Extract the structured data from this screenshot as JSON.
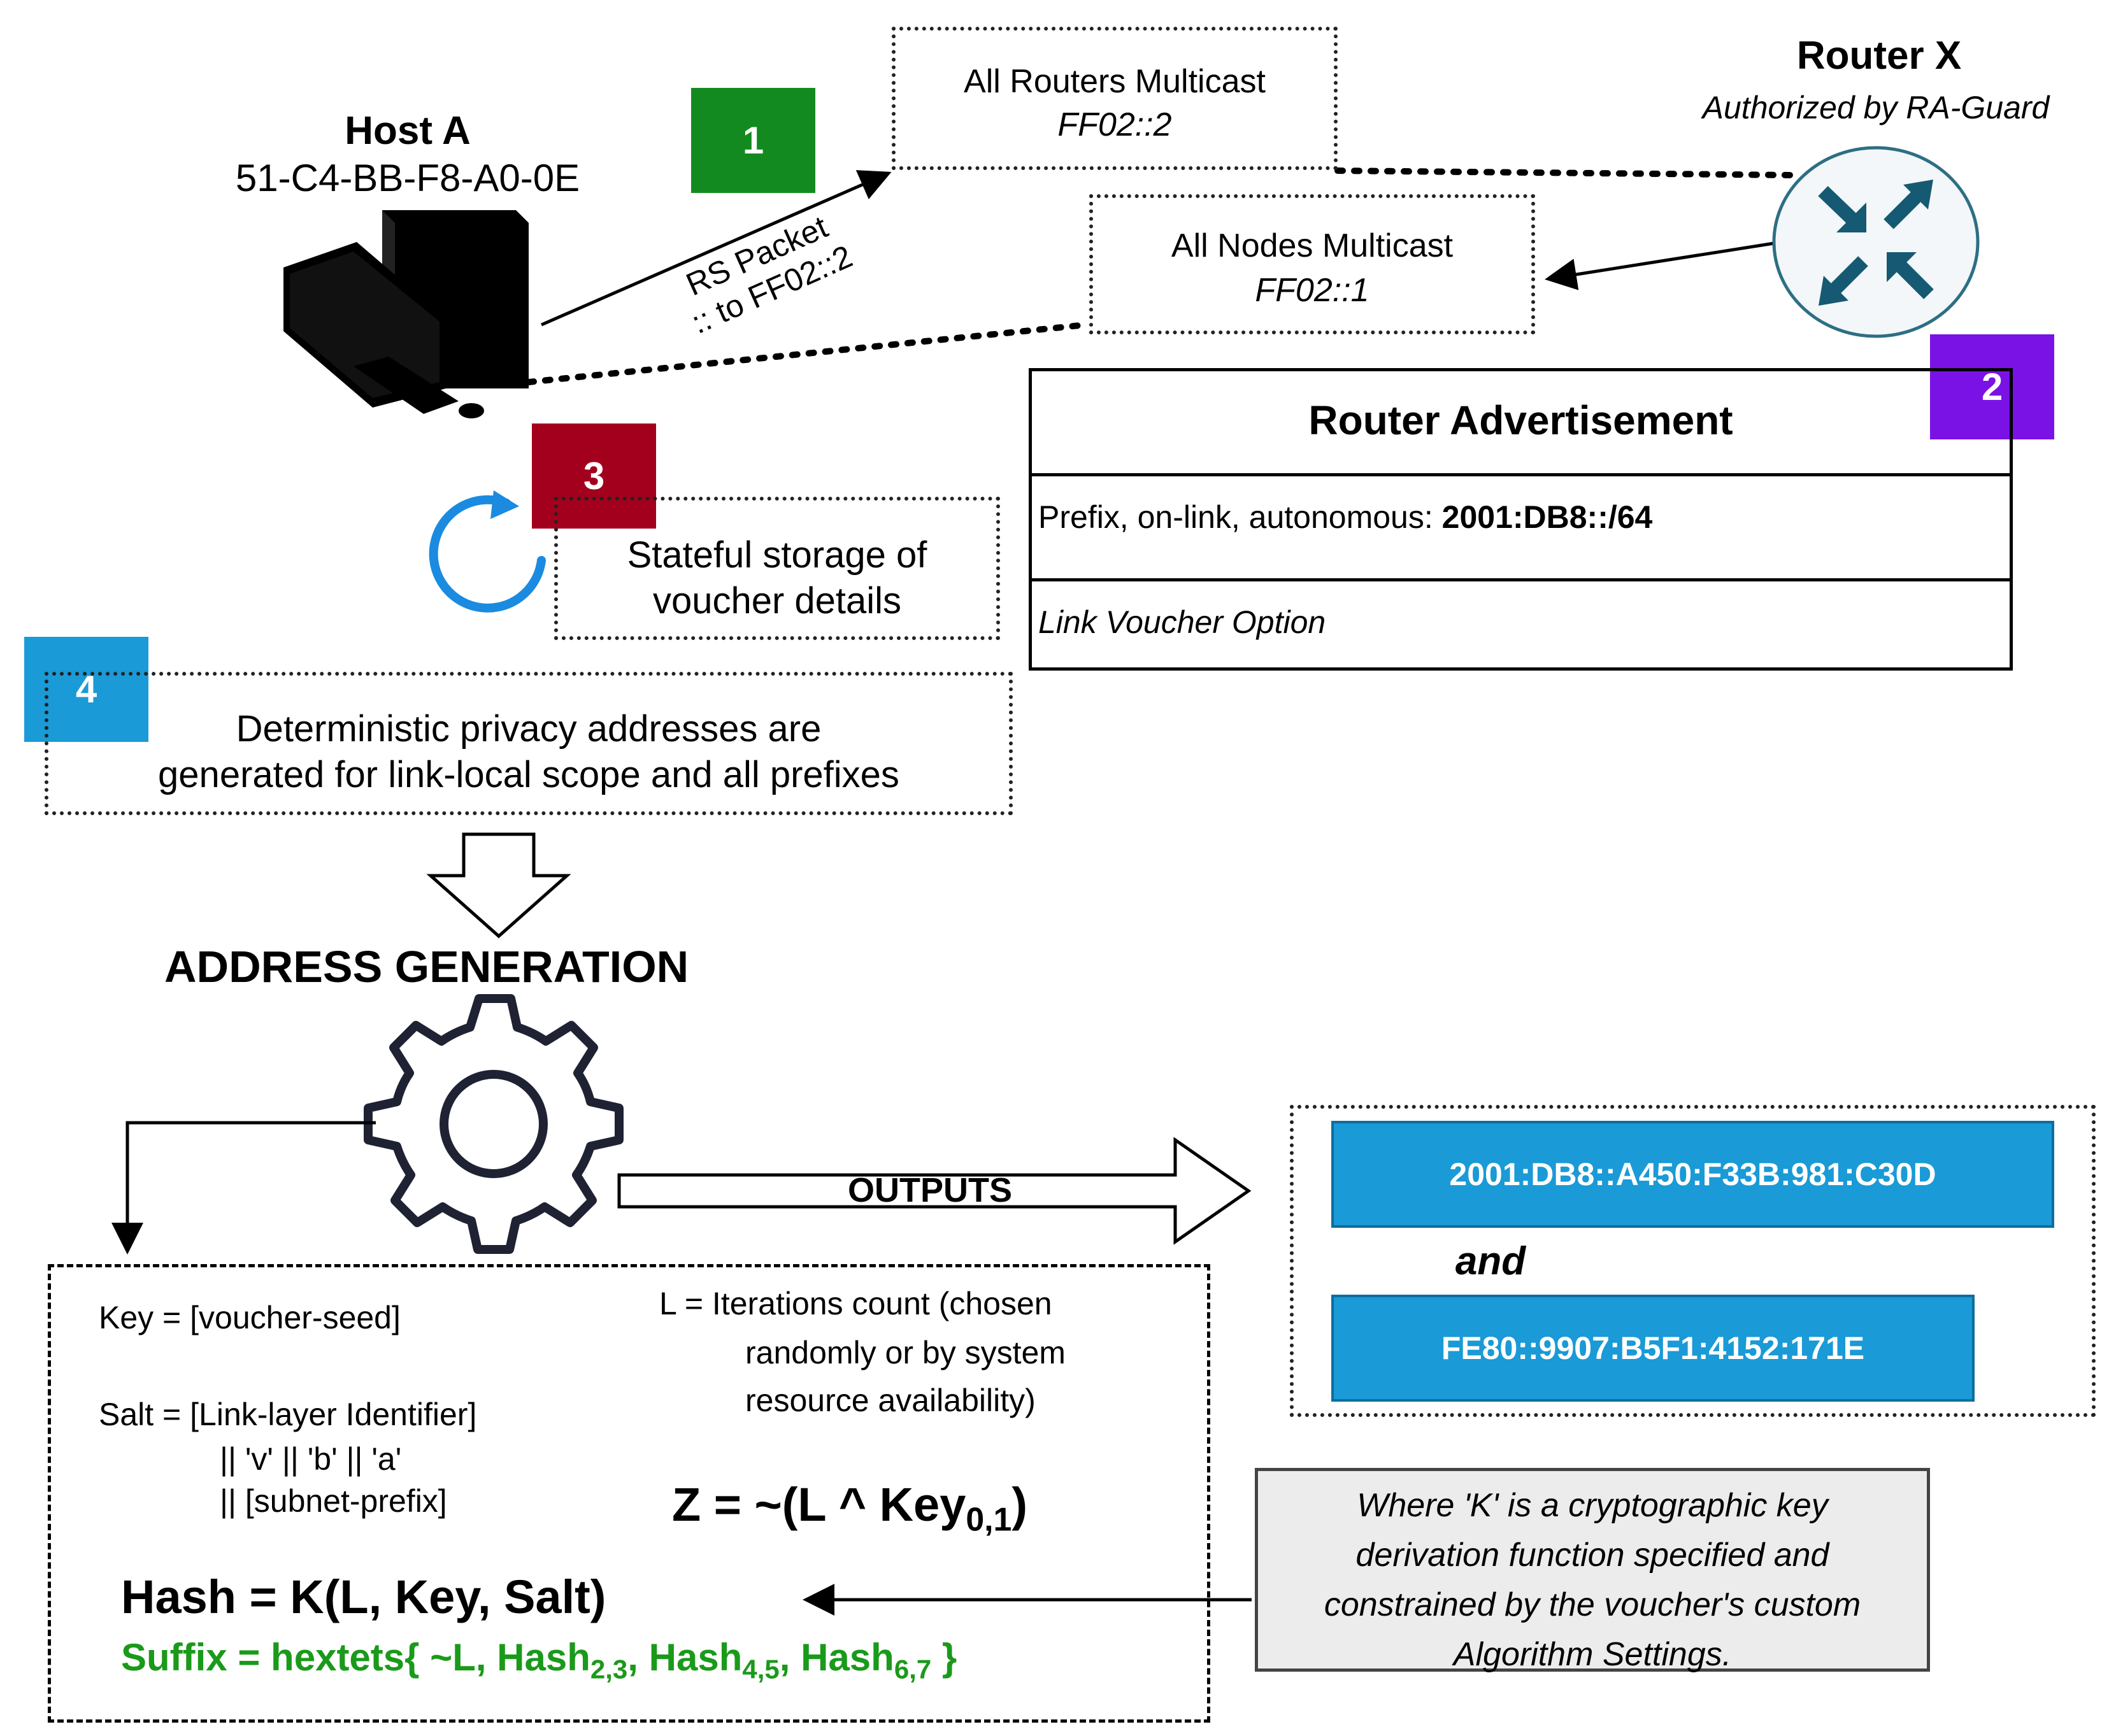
{
  "host": {
    "title": "Host A",
    "mac": "51-C4-BB-F8-A0-0E"
  },
  "router": {
    "title": "Router X",
    "subtitle": "Authorized by RA-Guard"
  },
  "multicast": {
    "routers_title": "All Routers Multicast",
    "routers_addr": "FF02::2",
    "nodes_title": "All Nodes Multicast",
    "nodes_addr": "FF02::1"
  },
  "rs_packet": {
    "line1": "RS Packet",
    "line2": ":: to FF02::2"
  },
  "steps": {
    "s1": "1",
    "s2": "2",
    "s3": "3",
    "s4": "4",
    "colors": {
      "s1": "#138a1f",
      "s2": "#7a12e6",
      "s3": "#a3001e",
      "s4": "#1a9ad6"
    }
  },
  "router_advertisement": {
    "title": "Router Advertisement",
    "prefix_label": "Prefix, on-link, autonomous: ",
    "prefix_value": "2001:DB8::/64",
    "option": "Link Voucher Option"
  },
  "stateful": {
    "line1": "Stateful storage of",
    "line2": "voucher details"
  },
  "deterministic": {
    "line1": "Deterministic privacy addresses are",
    "line2": "generated for link-local scope and all prefixes"
  },
  "address_generation": {
    "heading": "ADDRESS GENERATION",
    "outputs_label": "OUTPUTS"
  },
  "formulas": {
    "key": "Key = [voucher-seed]",
    "salt1": "Salt = [Link-layer Identifier]",
    "salt2": "|| 'v' || 'b' || 'a'",
    "salt3": "|| [subnet-prefix]",
    "l_line1": "L = Iterations count (chosen",
    "l_line2": "randomly or by system",
    "l_line3": "resource availability)",
    "z_main": "Z = ~(L ^ Key",
    "z_sub": "0,1",
    "z_close": ")",
    "hash": "Hash = K(L, Key, Salt)",
    "suffix_a": "Suffix = hextets{ ~L, Hash",
    "suffix_sub1": "2,3",
    "suffix_b": ", Hash",
    "suffix_sub2": "4,5",
    "suffix_c": ", Hash",
    "suffix_sub3": "6,7",
    "suffix_d": " }"
  },
  "outputs": {
    "addr1": "2001:DB8::A450:F33B:981:C30D",
    "and": "and",
    "addr2": "FE80::9907:B5F1:4152:171E"
  },
  "note": {
    "line1": "Where 'K' is a cryptographic key",
    "line2": "derivation function specified and",
    "line3": "constrained by the voucher's custom",
    "line4": "Algorithm Settings."
  },
  "icons": {
    "computer": "computer-icon",
    "router": "router-icon",
    "refresh": "refresh-icon",
    "gear": "gear-icon"
  }
}
